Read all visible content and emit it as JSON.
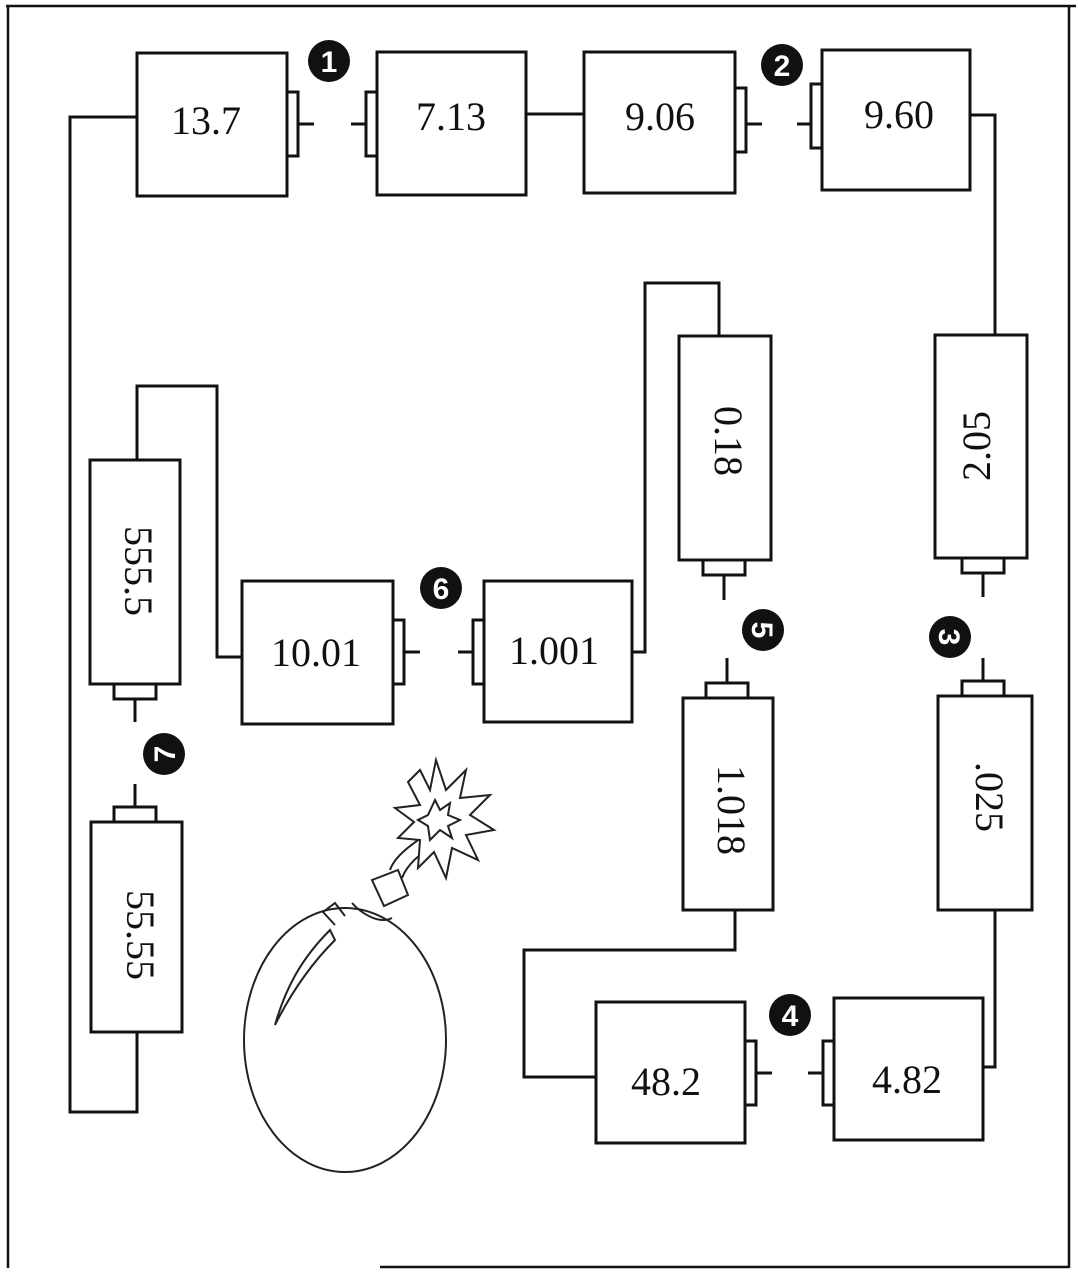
{
  "colors": {
    "line": "#111111",
    "badge_fill": "#111111",
    "badge_text": "#ffffff",
    "background": "#ffffff"
  },
  "batteries": {
    "b13_7": "13.7",
    "b7_13": "7.13",
    "b9_06": "9.06",
    "b9_60": "9.60",
    "b2_05": "2.05",
    "b025": ".025",
    "b4_82": "4.82",
    "b48_2": "48.2",
    "b1_018": "1.018",
    "b0_18": "0.18",
    "b1_001": "1.001",
    "b10_01": "10.01",
    "b555_5": "555.5",
    "b55_55": "55.55"
  },
  "gaps": {
    "g1": "1",
    "g2": "2",
    "g3": "3",
    "g4": "4",
    "g5": "5",
    "g6": "6",
    "g7": "7"
  },
  "illustration": {
    "icon": "bomb-icon"
  }
}
